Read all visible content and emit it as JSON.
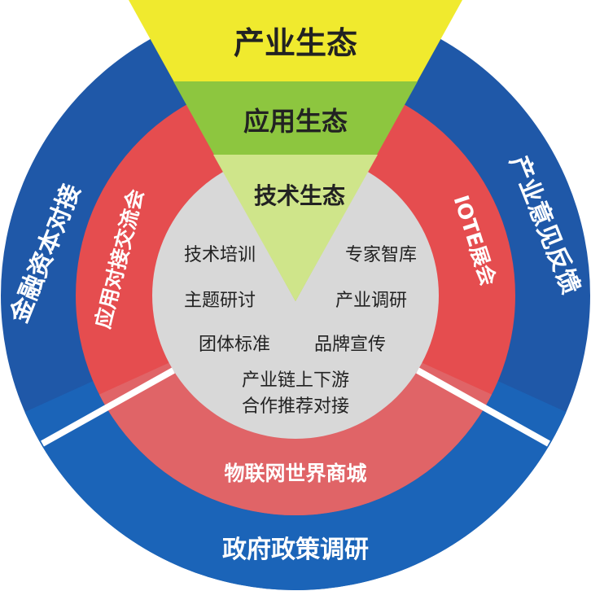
{
  "wedge": {
    "outer": "产业生态",
    "middle": "应用生态",
    "inner": "技术生态"
  },
  "outer_ring": {
    "left": "金融资本对接",
    "right": "产业意见反馈",
    "bottom": "政府政策调研"
  },
  "middle_ring": {
    "left": "应用对接交流会",
    "right": "IOTE展会",
    "bottom": "物联网世界商城"
  },
  "core": {
    "left_items": [
      "技术培训",
      "主题研讨",
      "团体标准"
    ],
    "right_items": [
      "专家智库",
      "产业调研",
      "品牌宣传"
    ],
    "bottom_lines": [
      "产业链上下游",
      "合作推荐对接"
    ]
  },
  "colors": {
    "outer_blue": "#1f58a8",
    "outer_blue_bottom": "#1b64b8",
    "middle_red": "#e54d4f",
    "middle_red_bottom": "#e06467",
    "core_gray": "#d8d8d8",
    "wedge_yellow": "#f0ea2e",
    "wedge_green": "#8dc63f",
    "wedge_light_green": "#cfe58a",
    "label_white": "#ffffff",
    "label_dark": "#222222"
  }
}
